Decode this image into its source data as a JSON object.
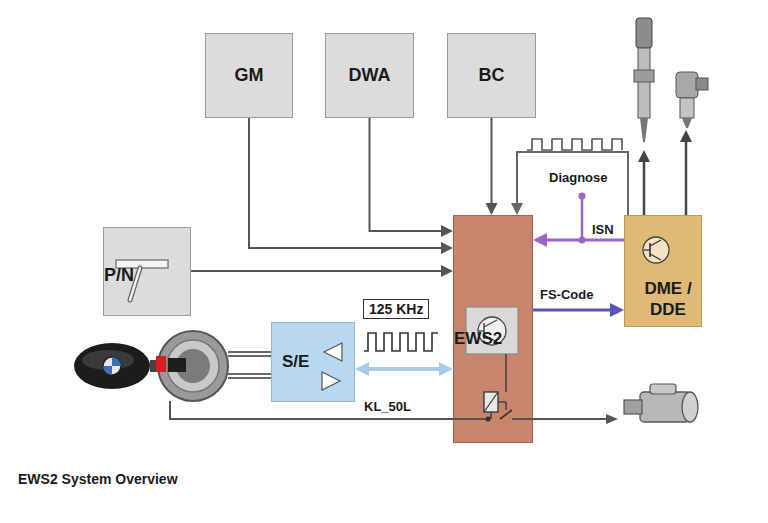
{
  "diagram": {
    "caption": "EWS2 System Overview",
    "nodes": [
      {
        "text": [
          "GM"
        ]
      },
      {
        "text": [
          "DWA"
        ]
      },
      {
        "text": [
          "BC"
        ]
      },
      {
        "text": [
          "P/N"
        ]
      },
      {
        "text": [
          "EWS2"
        ]
      },
      {
        "text": [
          "S/E"
        ]
      },
      {
        "text": [
          "DME / DDE"
        ]
      }
    ],
    "edges": [
      {
        "from": 0,
        "to": 4,
        "arrow": "to"
      },
      {
        "from": 1,
        "to": 4,
        "arrow": "to"
      },
      {
        "from": 2,
        "to": 4,
        "arrow": "to"
      },
      {
        "from": 3,
        "to": 4,
        "arrow": "to"
      },
      {
        "from": 6,
        "to": 4,
        "arrow": "to"
      },
      {
        "from": 6,
        "to": 4,
        "label": "ISN",
        "arrow": "to"
      },
      {
        "from": 4,
        "to": 6,
        "label": "FS-Code",
        "arrow": "to"
      },
      {
        "from": 5,
        "to": 4,
        "label": "125 KHz",
        "arrow": "both"
      }
    ],
    "labels": [
      "Diagnose",
      "KL_50L"
    ]
  }
}
